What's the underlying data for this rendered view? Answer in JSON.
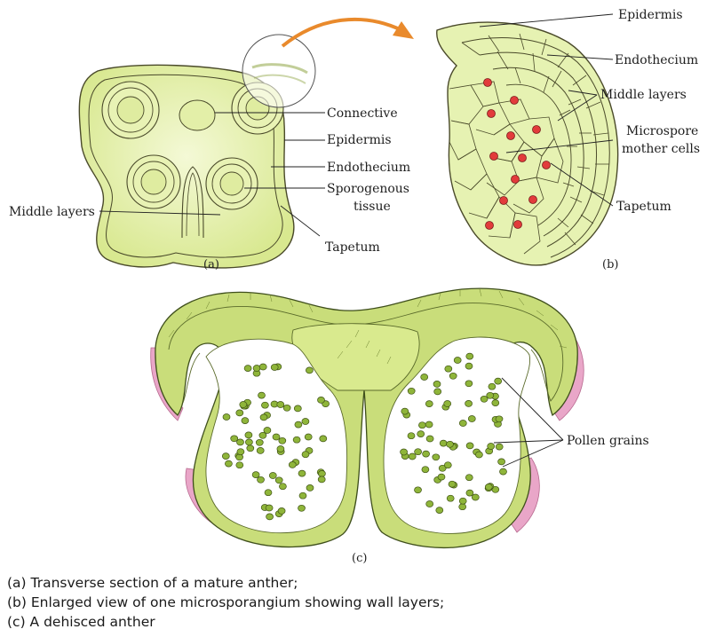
{
  "colors": {
    "tissue_fill": "#e8f2b4",
    "tissue_dark": "#c9dd7a",
    "outline": "#4a4a2a",
    "arrow": "#e98a2c",
    "mother_cell": "#e23b3b",
    "pollen": "#8fb53a",
    "dehisced_edge": "#e9a6c8"
  },
  "panel_a": {
    "labels": {
      "connective": "Connective",
      "epidermis": "Epidermis",
      "endothecium": "Endothecium",
      "sporogenous_line1": "Sporogenous",
      "sporogenous_line2": "tissue",
      "middle_layers": "Middle layers",
      "tapetum": "Tapetum"
    },
    "sublabel": "(a)"
  },
  "panel_b": {
    "labels": {
      "epidermis": "Epidermis",
      "endothecium": "Endothecium",
      "middle_layers": "Middle layers",
      "microspore_line1": "Microspore",
      "microspore_line2": "mother cells",
      "tapetum": "Tapetum"
    },
    "sublabel": "(b)"
  },
  "panel_c": {
    "labels": {
      "pollen_grains": "Pollen grains"
    },
    "sublabel": "(c)"
  },
  "captions": [
    "(a) Transverse section of a mature anther;",
    "(b) Enlarged view of one microsporangium showing wall layers;",
    "(c) A dehisced anther"
  ]
}
